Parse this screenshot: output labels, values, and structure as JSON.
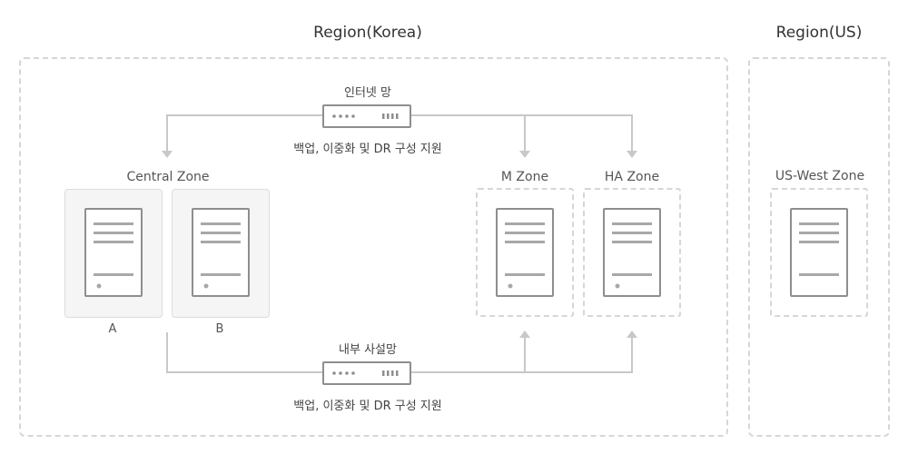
{
  "regions": {
    "korea": {
      "title": "Region(Korea)"
    },
    "us": {
      "title": "Region(US)"
    }
  },
  "networks": {
    "internet": {
      "label": "인터넷 망",
      "caption": "백업, 이중화 및 DR 구성 지원"
    },
    "private": {
      "label": "내부 사설망",
      "caption": "백업, 이중화 및 DR 구성 지원"
    }
  },
  "zones": {
    "central": {
      "label": "Central Zone",
      "sub_a": "A",
      "sub_b": "B"
    },
    "m": {
      "label": "M Zone"
    },
    "ha": {
      "label": "HA Zone"
    },
    "us_west": {
      "label": "US-West Zone"
    }
  },
  "icons": {
    "server": "server-icon",
    "switch": "network-switch-icon",
    "arrow": "arrow-down-icon"
  },
  "colors": {
    "line": "#c8c8c8",
    "device_stroke": "#8e8e8e",
    "zone_fill": "#f5f5f5"
  }
}
